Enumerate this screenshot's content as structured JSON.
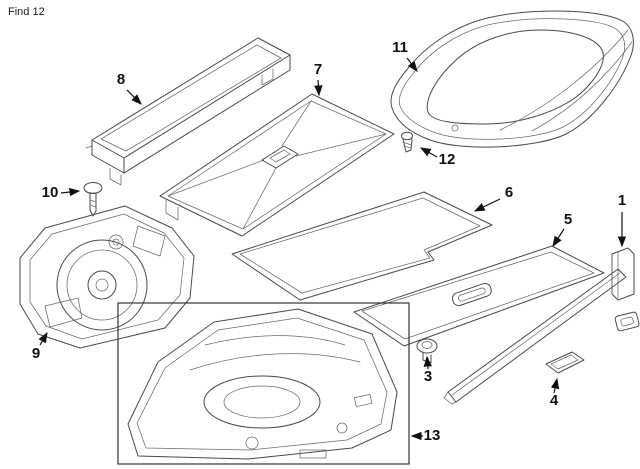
{
  "header": {
    "find_label": "Find 12"
  },
  "diagram": {
    "callouts": [
      {
        "num": "1"
      },
      {
        "num": "3"
      },
      {
        "num": "4"
      },
      {
        "num": "5"
      },
      {
        "num": "6"
      },
      {
        "num": "7"
      },
      {
        "num": "8"
      },
      {
        "num": "9"
      },
      {
        "num": "10"
      },
      {
        "num": "11"
      },
      {
        "num": "12"
      },
      {
        "num": "13"
      }
    ]
  },
  "colors": {
    "line": "#4a4a4a",
    "label": "#111111",
    "background": "#ffffff"
  }
}
